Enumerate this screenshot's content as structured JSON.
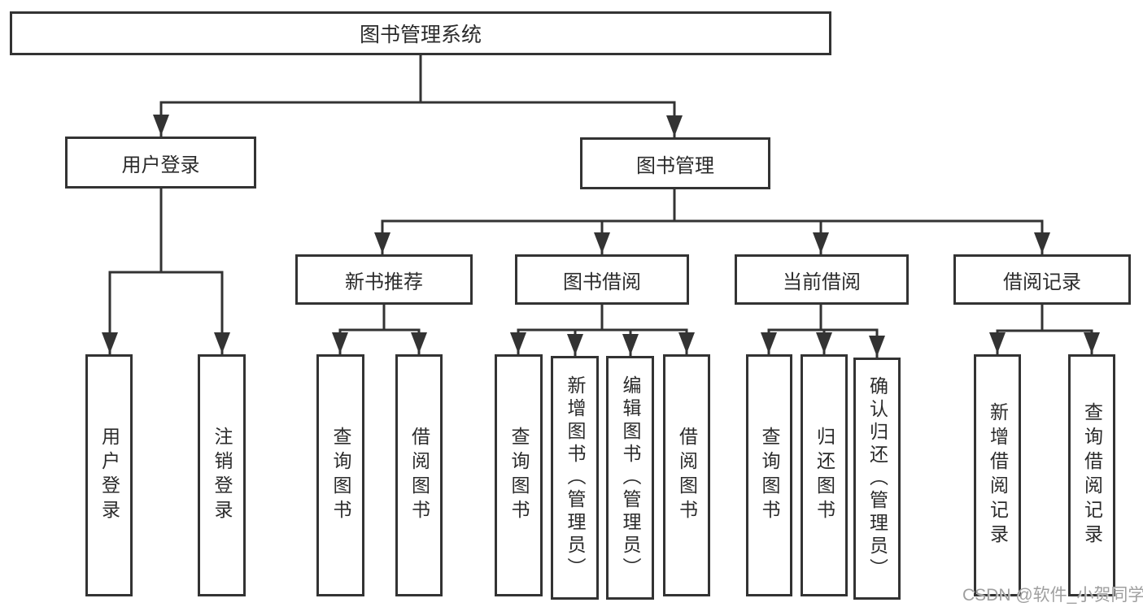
{
  "diagram": {
    "root": {
      "label": "图书管理系统"
    },
    "level2": [
      {
        "label": "用户登录"
      },
      {
        "label": "图书管理"
      }
    ],
    "level3": [
      {
        "label": "新书推荐"
      },
      {
        "label": "图书借阅"
      },
      {
        "label": "当前借阅"
      },
      {
        "label": "借阅记录"
      }
    ],
    "leaves": [
      {
        "label": "用户登录"
      },
      {
        "label": "注销登录"
      },
      {
        "label": "查询图书"
      },
      {
        "label": "借阅图书"
      },
      {
        "label": "查询图书"
      },
      {
        "label": "新增图书（管理员）"
      },
      {
        "label": "编辑图书（管理员）"
      },
      {
        "label": "借阅图书"
      },
      {
        "label": "查询图书"
      },
      {
        "label": "归还图书"
      },
      {
        "label": "确认归还（管理员）"
      },
      {
        "label": "新增借阅记录"
      },
      {
        "label": "查询借阅记录"
      }
    ],
    "colors": {
      "line": "#333333",
      "text": "#2b2b2b",
      "watermark": "#9f9f9f",
      "background": "#ffffff"
    }
  },
  "watermark": {
    "text": "CSDN @软件_小贺同学"
  }
}
